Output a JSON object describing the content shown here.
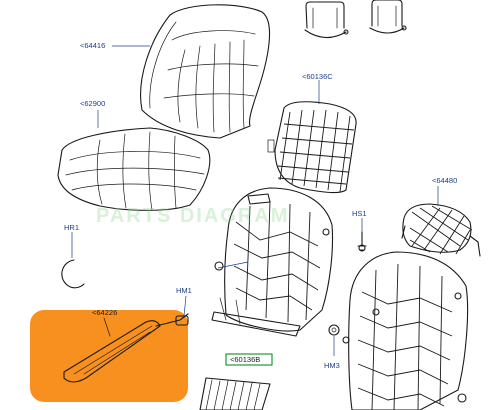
{
  "diagram": {
    "labels": {
      "seat_back_cover": "<64416",
      "seat_cushion_cover": "<62900",
      "back_frame_panel": "<60136C",
      "side_panel": "<64480",
      "hs1": "HS1",
      "hr1": "HR1",
      "hm1": "HM1",
      "hm3": "HM3",
      "highlighted_part": "<64226",
      "boxed_part": "<60136B"
    },
    "watermark": "PARTS DIAGRAM",
    "highlight_color": "#f7901e",
    "part_fill_color": "#f4c84a",
    "label_color": "#1a3e8c",
    "boxed_label_color": "#1f9a3a"
  }
}
